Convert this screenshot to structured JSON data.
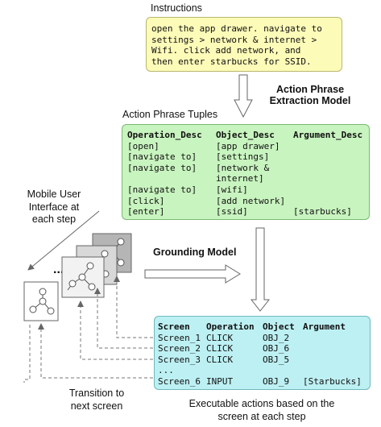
{
  "labels": {
    "instructions": "Instructions",
    "extraction_model_line1": "Action Phrase",
    "extraction_model_line2": "Extraction Model",
    "tuples_title": "Action Phrase Tuples",
    "mobile_ui_line1": "Mobile User",
    "mobile_ui_line2": "Interface at",
    "mobile_ui_line3": "each step",
    "grounding_model": "Grounding Model",
    "ellipsis": "...",
    "transition_line1": "Transition to",
    "transition_line2": "next screen",
    "exec_line1": "Executable actions based on the",
    "exec_line2": "screen at each step"
  },
  "instruction_lines": [
    "open the app drawer. navigate to",
    "settings > network & internet >",
    "Wifi. click add network, and",
    "then enter starbucks for SSID."
  ],
  "tuples": {
    "headers": [
      "Operation_Desc",
      "Object_Desc",
      "Argument_Desc"
    ],
    "rows": [
      [
        "[open]",
        "[app drawer]",
        ""
      ],
      [
        "[navigate to]",
        "[settings]",
        ""
      ],
      [
        "[navigate to]",
        "[network &",
        ""
      ],
      [
        "",
        "internet]",
        ""
      ],
      [
        "[navigate to]",
        "[wifi]",
        ""
      ],
      [
        "[click]",
        "[add network]",
        ""
      ],
      [
        "[enter]",
        "[ssid]",
        "[starbucks]"
      ]
    ]
  },
  "actions": {
    "headers": [
      "Screen",
      "Operation",
      "Object",
      "Argument"
    ],
    "rows": [
      [
        "Screen_1",
        "CLICK",
        "OBJ_2",
        ""
      ],
      [
        "Screen_2",
        "CLICK",
        "OBJ_6",
        ""
      ],
      [
        "Screen_3",
        "CLICK",
        "OBJ_5",
        ""
      ],
      [
        "...",
        "",
        "",
        ""
      ],
      [
        "Screen_6",
        "INPUT",
        "OBJ_9",
        "[Starbucks]"
      ]
    ]
  },
  "colors": {
    "instructions_bg": "#fdfbb8",
    "tuples_bg": "#c8f4bf",
    "actions_bg": "#bdf0f3",
    "screen_front": "#ffffff",
    "screen_mid": "#f2f2f2",
    "screen_back1": "#d8d8d8",
    "screen_back2": "#b5b5b5"
  }
}
